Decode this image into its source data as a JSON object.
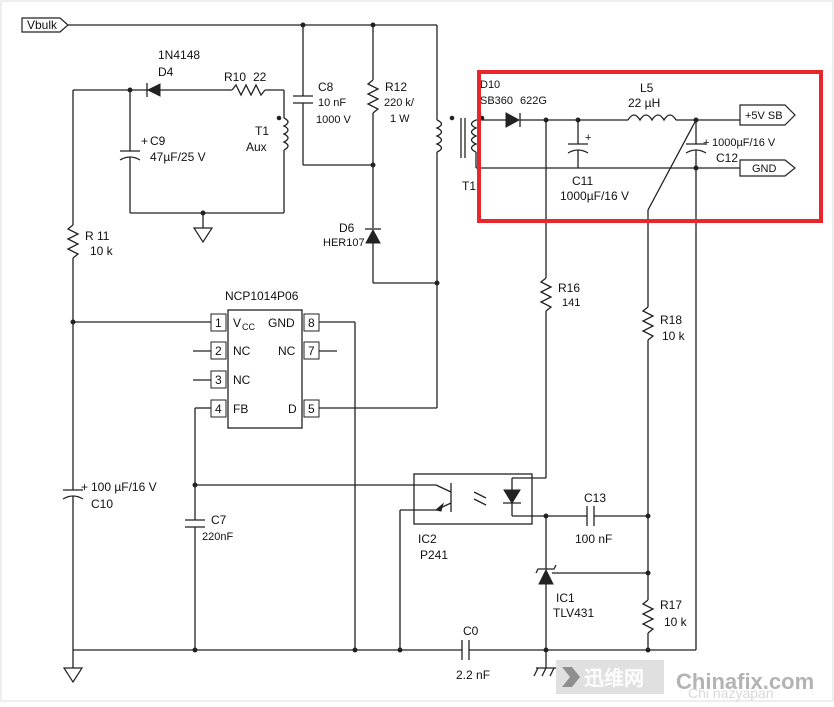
{
  "labels": {
    "vbulk": "Vbulk",
    "d4_part": "1N4148",
    "d4": "D4",
    "r10": "R10",
    "r10_val": "22",
    "c8": "C8",
    "c8_val1": "10 nF",
    "c8_val2": "1000 V",
    "r12": "R12",
    "r12_val1": "220 k/",
    "r12_val2": "1 W",
    "c9": "C9",
    "c9_val": "47µF/25 V",
    "t1": "T1",
    "aux": "Aux",
    "t1_main": "T1",
    "d6": "D6",
    "d6_part": "HER107",
    "r11": "R 11",
    "r11_val": "10 k",
    "d10": "D10",
    "d10_part1": "SB360",
    "d10_part2": "622G",
    "l5": "L5",
    "l5_val": "22 µH",
    "c11": "C11",
    "c11_val": "1000µF/16 V",
    "c12": "C12",
    "c12_val": "1000µF/16 V",
    "out_5v": "+5V SB",
    "out_gnd": "GND",
    "r16": "R16",
    "r16_val": "141",
    "r18": "R18",
    "r18_val": "10 k",
    "ic_name": "NCP1014P06",
    "pin1": "1",
    "pin2": "2",
    "pin3": "3",
    "pin4": "4",
    "pin5": "5",
    "pin7": "7",
    "pin8": "8",
    "vcc": "V",
    "vcc_sub": "CC",
    "gnd_pin": "GND",
    "nc": "NC",
    "fb": "FB",
    "d_pin": "D",
    "c10_val": "100 µF/16 V",
    "c10": "C10",
    "c7": "C7",
    "c7_val": "220nF",
    "ic2": "IC2",
    "ic2_part": "P241",
    "c13": "C13",
    "c13_val": "100 nF",
    "ic1": "IC1",
    "ic1_part": "TLV431",
    "r17": "R17",
    "r17_val": "10 k",
    "c0": "C0",
    "c0_val": "2.2 nF",
    "plus": "+"
  },
  "watermark": {
    "logo_text": "迅维网",
    "site": "Chinafix.com",
    "faint": "Chi nazyapan"
  },
  "highlight_color": "#e8262b"
}
